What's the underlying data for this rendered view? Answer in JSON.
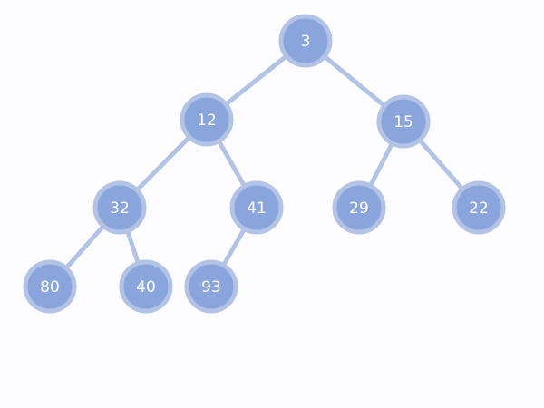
{
  "colors": {
    "background": "#fdfcfe",
    "node_fill": "#8aa4dc",
    "node_ring": "#b2c3e6",
    "edge": "#b2c3e6",
    "label": "#ffffff"
  },
  "tree": {
    "nodes": [
      {
        "id": "n0",
        "label": "3"
      },
      {
        "id": "n1",
        "label": "12"
      },
      {
        "id": "n2",
        "label": "15"
      },
      {
        "id": "n3",
        "label": "32"
      },
      {
        "id": "n4",
        "label": "41"
      },
      {
        "id": "n5",
        "label": "29"
      },
      {
        "id": "n6",
        "label": "22"
      },
      {
        "id": "n7",
        "label": "80"
      },
      {
        "id": "n8",
        "label": "40"
      },
      {
        "id": "n9",
        "label": "93"
      }
    ],
    "edges": [
      [
        "n0",
        "n1"
      ],
      [
        "n0",
        "n2"
      ],
      [
        "n1",
        "n3"
      ],
      [
        "n1",
        "n4"
      ],
      [
        "n2",
        "n5"
      ],
      [
        "n2",
        "n6"
      ],
      [
        "n3",
        "n7"
      ],
      [
        "n3",
        "n8"
      ],
      [
        "n4",
        "n9"
      ]
    ]
  }
}
